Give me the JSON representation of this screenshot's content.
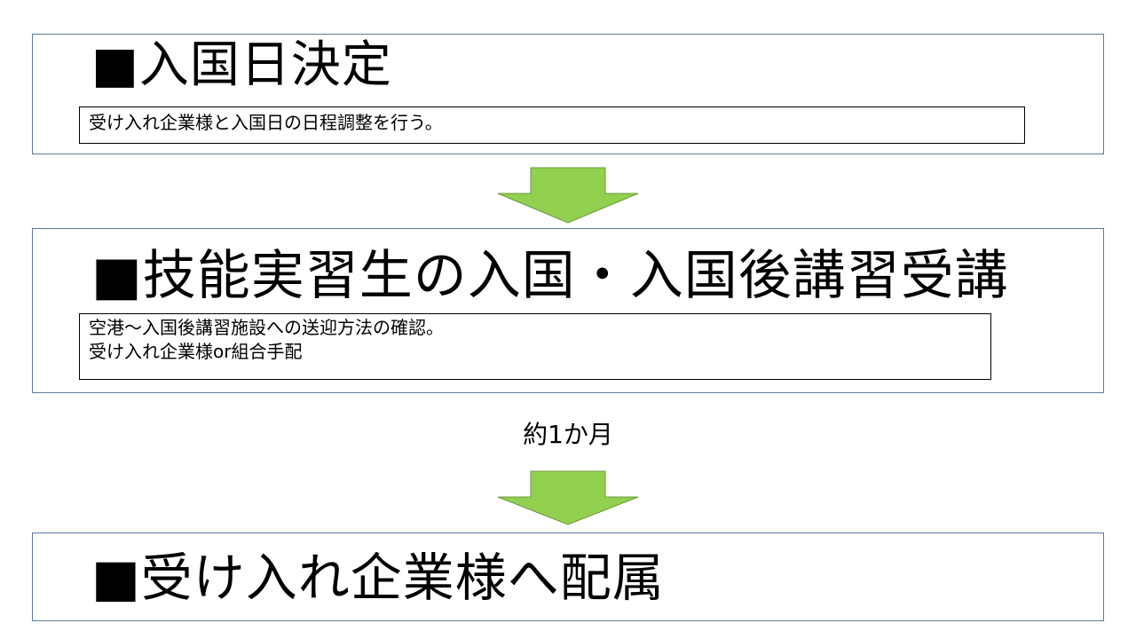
{
  "steps": [
    {
      "title": "■入国日決定",
      "notes": [
        "受け入れ企業様と入国日の日程調整を行う。"
      ]
    },
    {
      "title": "■技能実習生の入国・入国後講習受講",
      "notes": [
        "空港～入国後講習施設への送迎方法の確認。",
        "受け入れ企業様or組合手配"
      ]
    },
    {
      "title": "■受け入れ企業様へ配属"
    }
  ],
  "interval_label": "約1か月",
  "colors": {
    "arrow_fill": "#92d050",
    "arrow_stroke": "#6a9a3a",
    "box_border": "#5b7ba0",
    "note_border": "#000000"
  }
}
